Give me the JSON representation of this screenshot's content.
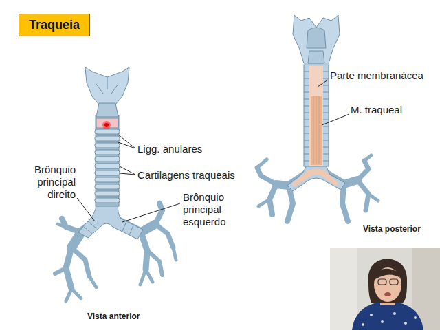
{
  "diagram": {
    "title": "Traqueia",
    "labels": [
      "Ligg. anulares",
      "Cartilagens traqueais",
      "Brônquio principal direito",
      "Brônquio principal esquerdo",
      "Vista anterior",
      "Parte membranácea",
      "M. traqueal",
      "Vista posterior"
    ]
  }
}
